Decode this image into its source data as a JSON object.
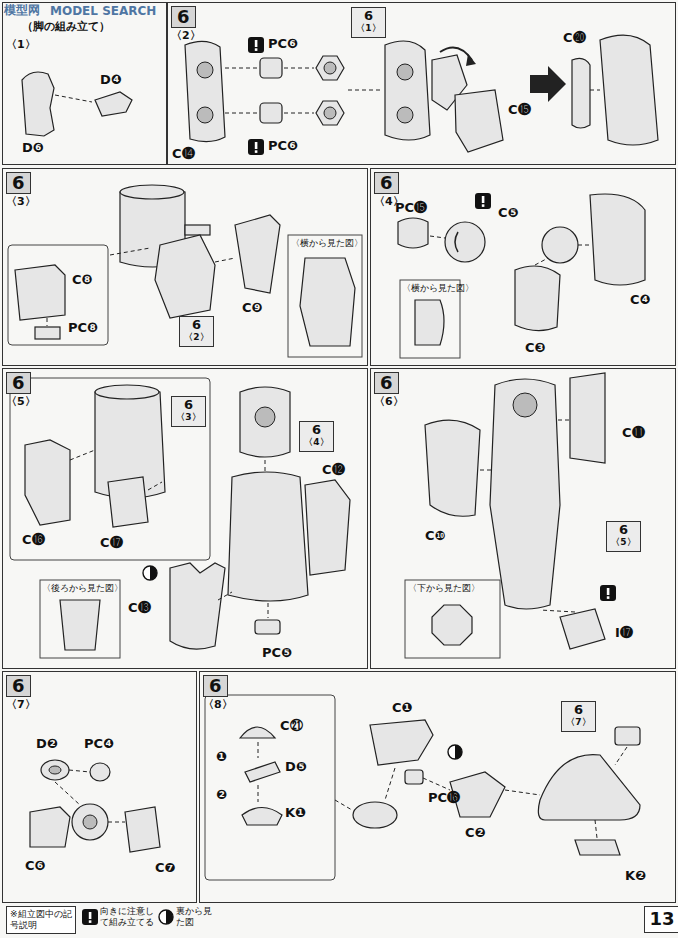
{
  "diagram": {
    "nodes": [
      {
        "text": [
          "〈1〉"
        ]
      },
      {
        "text": [
          "6",
          "〈2〉"
        ]
      },
      {
        "text": [
          "6",
          "〈1〉"
        ],
        "in": 1
      },
      {
        "text": [
          "6",
          "〈3〉"
        ]
      },
      {
        "text": [
          "6",
          "〈2〉"
        ],
        "in": 3
      },
      {
        "text": [
          "6",
          "〈4〉"
        ]
      },
      {
        "text": [
          "6",
          "〈5〉"
        ]
      },
      {
        "text": [
          "6",
          "〈3〉"
        ],
        "in": 6
      },
      {
        "text": [
          "6",
          "〈4〉"
        ],
        "in": 6
      },
      {
        "text": [
          "6",
          "〈6〉"
        ]
      },
      {
        "text": [
          "6",
          "〈5〉"
        ],
        "in": 9
      },
      {
        "text": [
          "6",
          "〈7〉"
        ]
      },
      {
        "text": [
          "6",
          "〈8〉"
        ]
      },
      {
        "text": [
          "6",
          "〈7〉"
        ],
        "in": 12
      },
      {
        "text": [
          "※組立図中の記号説明"
        ]
      },
      {
        "text": [
          "13"
        ]
      }
    ],
    "labels": [
      "模型网",
      "MODEL SEARCH",
      "（脚の組み立て）",
      "D❹",
      "D❻",
      "PC❻",
      "C⓮",
      "PC❻",
      "C⓯",
      "C⓴",
      "C❽",
      "PC❽",
      "C❾",
      "〈横から見た図〉",
      "PC⓯",
      "C❺",
      "〈横から見た図〉",
      "C❸",
      "C❹",
      "C⓰",
      "C⓱",
      "C⓬",
      "〈後ろから見た図〉",
      "C⓭",
      "PC❺",
      "C⓫",
      "C❿",
      "〈下から見た図〉",
      "I⓱",
      "D❷",
      "PC❹",
      "C❻",
      "C❼",
      "C㉑",
      "❶",
      "D❺",
      "❷",
      "K❶",
      "C❶",
      "PC⓰",
      "C❷",
      "K❷"
    ],
    "legend": [
      {
        "text": "向きに注意して組み立てる"
      },
      {
        "text": "裏から見た図"
      }
    ]
  }
}
